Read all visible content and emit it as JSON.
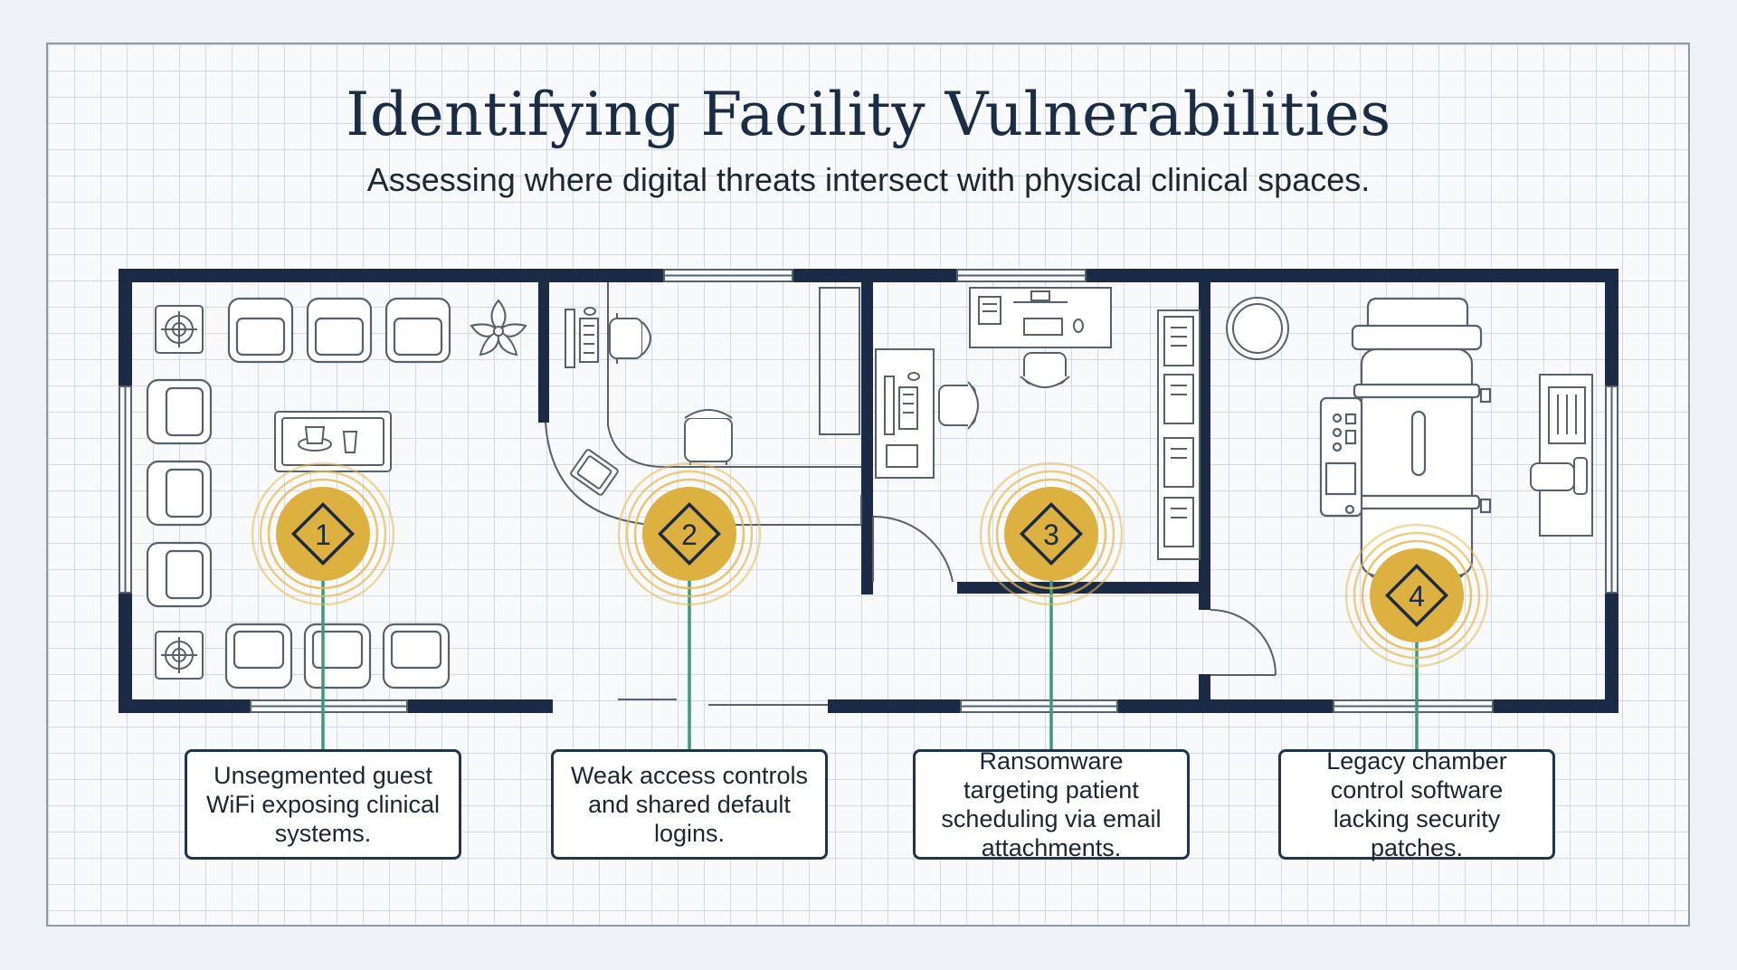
{
  "title": "Identifying Facility Vulnerabilities",
  "subtitle": "Assessing where digital threats intersect with physical clinical spaces.",
  "colors": {
    "wall": "#1c2b45",
    "line": "#56616c",
    "marker": "#ddb13f",
    "marker_ring": "#e4bb55",
    "connector": "#3c9a7c",
    "callout_border": "#1e3550",
    "grid": "#d3d9df"
  },
  "markers": [
    {
      "number": "1",
      "description": "Unsegmented guest WiFi exposing clinical systems."
    },
    {
      "number": "2",
      "description": "Weak access controls and shared default logins."
    },
    {
      "number": "3",
      "description": "Ransomware targeting patient scheduling via email attachments."
    },
    {
      "number": "4",
      "description": "Legacy chamber control software lacking security patches."
    }
  ]
}
